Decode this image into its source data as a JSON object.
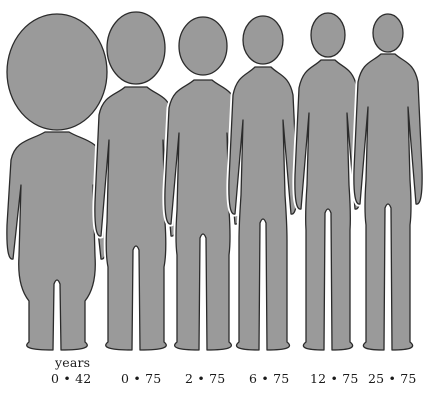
{
  "figure": {
    "axis_unit_label": "years",
    "silhouette_fill": "#9a9a9a",
    "silhouette_stroke": "#2b2b2b",
    "background": "#ffffff",
    "figures": [
      {
        "age_label": "0 • 42"
      },
      {
        "age_label": "0 • 75"
      },
      {
        "age_label": "2 • 75"
      },
      {
        "age_label": "6 • 75"
      },
      {
        "age_label": "12 • 75"
      },
      {
        "age_label": "25 • 75"
      }
    ]
  }
}
